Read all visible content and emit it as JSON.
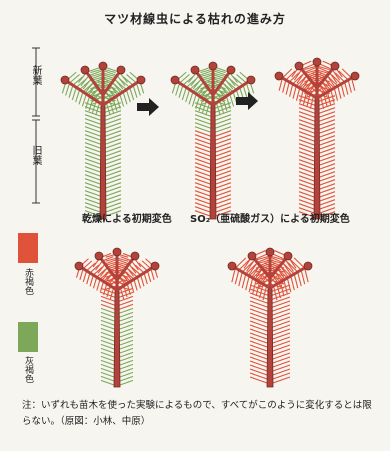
{
  "title": "マツ材線虫による枯れの進み方",
  "labels": {
    "new_leaves": "新葉",
    "old_leaves": "旧葉"
  },
  "subtitles": {
    "drought": "乾燥による初期変色",
    "so2": "SO₂（亜硫酸ガス）による初期変色"
  },
  "legend": {
    "red_brown": "赤褐色",
    "grey_brown": "灰褐色"
  },
  "colors": {
    "red": "#e0523a",
    "green": "#7da85a",
    "trunk": "#b3433a",
    "dark": "#6e2a24"
  },
  "note": "注：いずれも苗木を使った実験によるもので、すべてがこのように変化するとは限らない。（原図：小林、中原）"
}
